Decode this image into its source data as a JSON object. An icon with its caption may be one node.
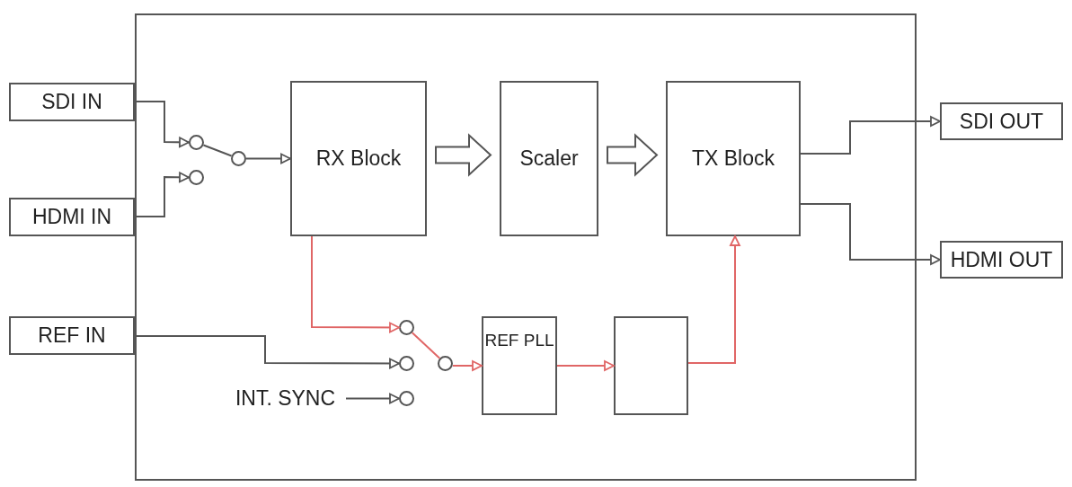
{
  "diagram": {
    "nodes": [
      {
        "text": [],
        "shape": "box"
      },
      {
        "text": [
          "SDI IN"
        ]
      },
      {
        "text": [
          "HDMI IN"
        ]
      },
      {
        "text": [
          "REF IN"
        ]
      },
      {
        "text": [
          "RX Block"
        ],
        "in": 0
      },
      {
        "text": [
          "Scaler"
        ],
        "in": 0
      },
      {
        "text": [
          "TX Block"
        ],
        "in": 0
      },
      {
        "text": [
          "SDI OUT"
        ]
      },
      {
        "text": [
          "HDMI OUT"
        ]
      },
      {
        "text": [
          "REF PLL"
        ],
        "in": 0
      },
      {
        "text": [],
        "shape": "box",
        "in": 0
      },
      {
        "text": [
          "INT. SYNC"
        ],
        "in": 0
      },
      {
        "text": [],
        "shape": "circle",
        "in": 0
      },
      {
        "text": [],
        "shape": "circle",
        "in": 0
      },
      {
        "text": [],
        "shape": "circle",
        "in": 0
      },
      {
        "text": [],
        "shape": "circle",
        "in": 0
      },
      {
        "text": [],
        "shape": "circle",
        "in": 0
      },
      {
        "text": [],
        "shape": "circle",
        "in": 0
      },
      {
        "text": [],
        "shape": "circle",
        "in": 0
      }
    ],
    "edges": [
      {
        "from": 1,
        "to": 12,
        "arrow": "to"
      },
      {
        "from": 2,
        "to": 13,
        "arrow": "to"
      },
      {
        "from": 12,
        "to": 14,
        "arrow": "none"
      },
      {
        "from": 14,
        "to": 4,
        "arrow": "to"
      },
      {
        "from": 4,
        "to": 5,
        "arrow": "to",
        "style": "thick"
      },
      {
        "from": 5,
        "to": 6,
        "arrow": "to",
        "style": "thick"
      },
      {
        "from": 6,
        "to": 7,
        "arrow": "to"
      },
      {
        "from": 6,
        "to": 8,
        "arrow": "to"
      },
      {
        "from": 4,
        "to": 15,
        "arrow": "to",
        "color": "#e06666"
      },
      {
        "from": 3,
        "to": 16,
        "arrow": "to"
      },
      {
        "from": 11,
        "to": 17,
        "arrow": "to"
      },
      {
        "from": 15,
        "to": 18,
        "arrow": "none",
        "color": "#e06666"
      },
      {
        "from": 18,
        "to": 9,
        "arrow": "to",
        "color": "#e06666"
      },
      {
        "from": 9,
        "to": 10,
        "arrow": "to",
        "color": "#e06666"
      },
      {
        "from": 10,
        "to": 6,
        "arrow": "to",
        "color": "#e06666"
      }
    ]
  }
}
